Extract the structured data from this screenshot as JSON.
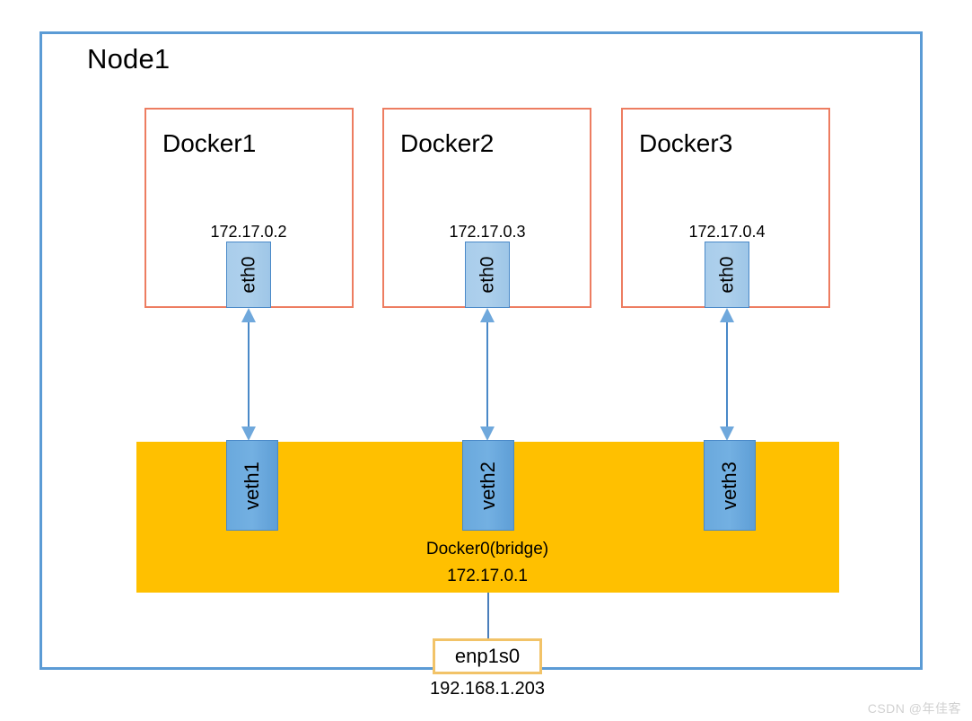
{
  "diagram": {
    "node": {
      "title": "Node1",
      "border_color": "#5b9bd5"
    },
    "containers": [
      {
        "title": "Docker1",
        "interface": "eth0",
        "ip": "172.17.0.2"
      },
      {
        "title": "Docker2",
        "interface": "eth0",
        "ip": "172.17.0.3"
      },
      {
        "title": "Docker3",
        "interface": "eth0",
        "ip": "172.17.0.4"
      }
    ],
    "bridge": {
      "name": "Docker0(bridge)",
      "ip": "172.17.0.1",
      "color": "#ffc000",
      "veths": [
        {
          "label": "veth1"
        },
        {
          "label": "veth2"
        },
        {
          "label": "veth3"
        }
      ]
    },
    "uplink": {
      "interface": "enp1s0",
      "ip": "192.168.1.203",
      "border_color": "#f2c368"
    },
    "watermark": "CSDN @年佳客"
  }
}
